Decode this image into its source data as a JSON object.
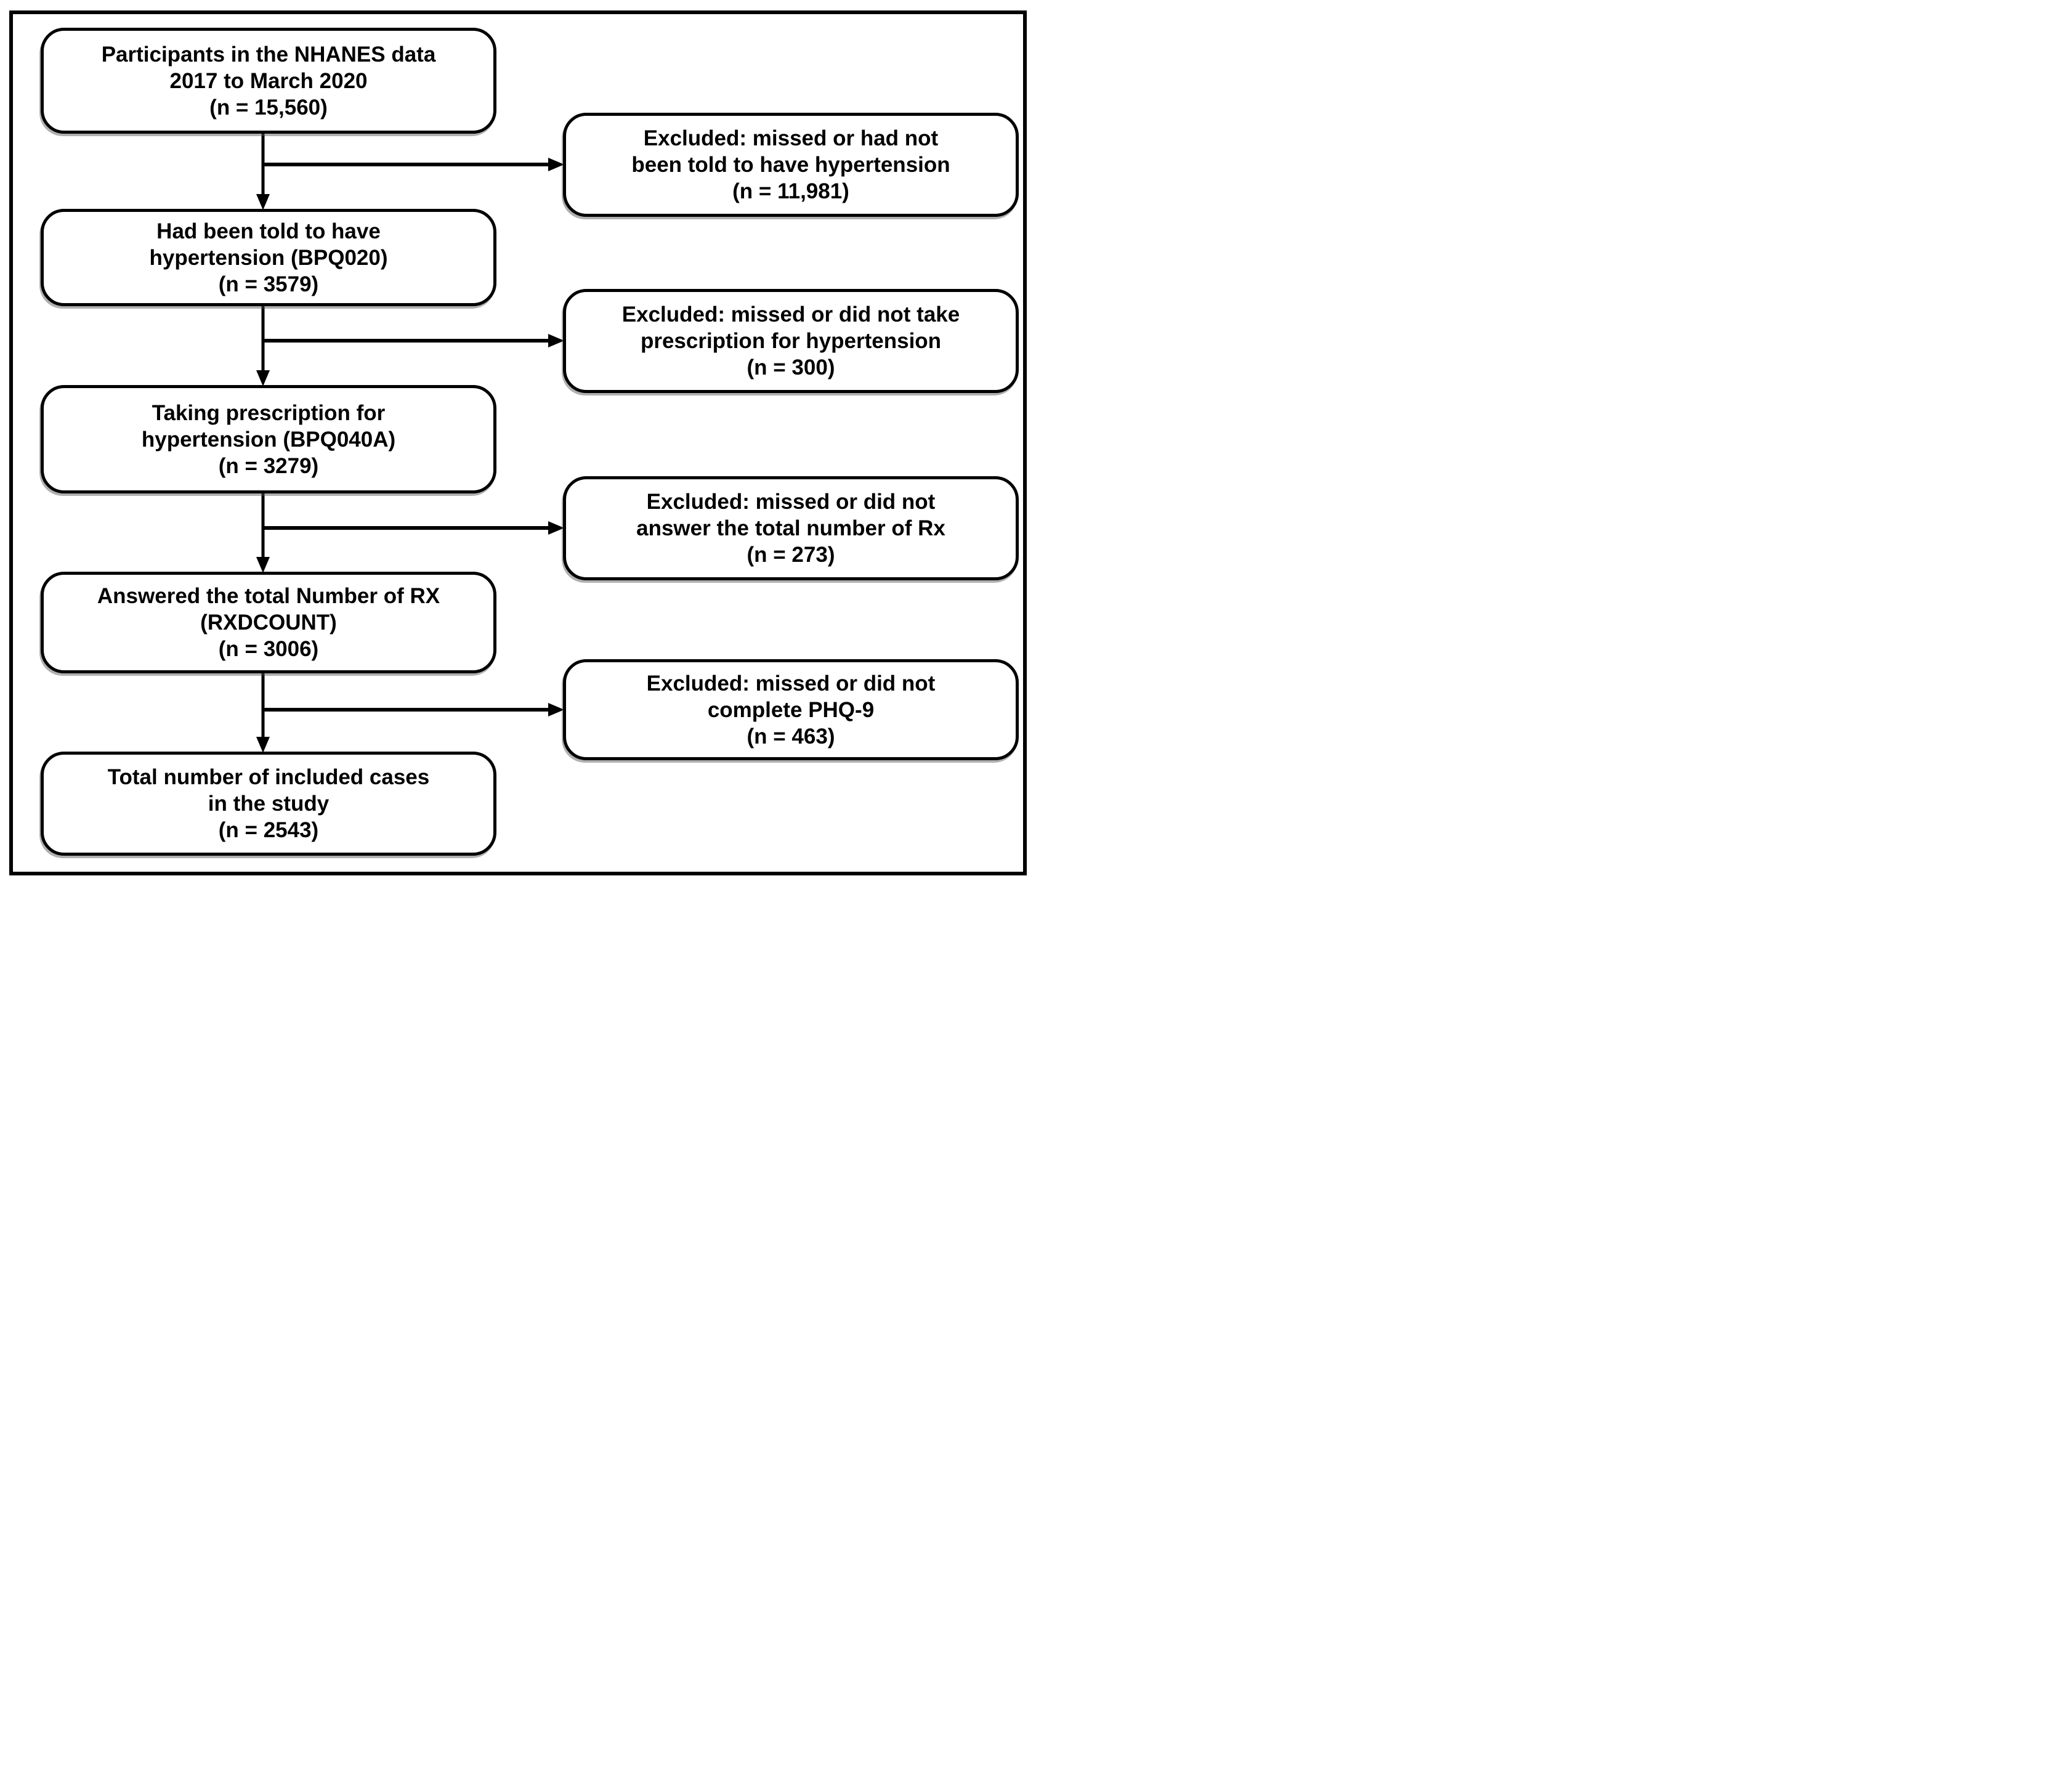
{
  "palette": {
    "background": "#ffffff",
    "box_fill": "#ffffff",
    "box_border": "#000000",
    "arrow": "#000000",
    "text": "#000000"
  },
  "flow": {
    "steps": [
      {
        "lines": [
          "Participants in the NHANES data",
          "2017 to March 2020",
          "(n = 15,560)"
        ],
        "n": "15,560"
      },
      {
        "lines": [
          "Had been told to have",
          "hypertension (BPQ020)",
          "(n = 3579)"
        ],
        "n": "3579"
      },
      {
        "lines": [
          "Taking prescription for",
          "hypertension (BPQ040A)",
          "(n = 3279)"
        ],
        "n": "3279"
      },
      {
        "lines": [
          "Answered the total Number of RX",
          "(RXDCOUNT)",
          "(n = 3006)"
        ],
        "n": "3006"
      },
      {
        "lines": [
          "Total number of included cases",
          "in the study",
          "(n = 2543)"
        ],
        "n": "2543"
      }
    ],
    "exclusions": [
      {
        "lines": [
          "Excluded: missed or had not",
          "been told to have hypertension",
          "(n = 11,981)"
        ],
        "n": "11,981"
      },
      {
        "lines": [
          "Excluded: missed or did not take",
          "prescription for hypertension",
          "(n = 300)"
        ],
        "n": "300"
      },
      {
        "lines": [
          "Excluded: missed or did not",
          "answer the total number of Rx",
          "(n = 273)"
        ],
        "n": "273"
      },
      {
        "lines": [
          "Excluded: missed or did not",
          "complete PHQ-9",
          "(n = 463)"
        ],
        "n": "463"
      }
    ]
  }
}
